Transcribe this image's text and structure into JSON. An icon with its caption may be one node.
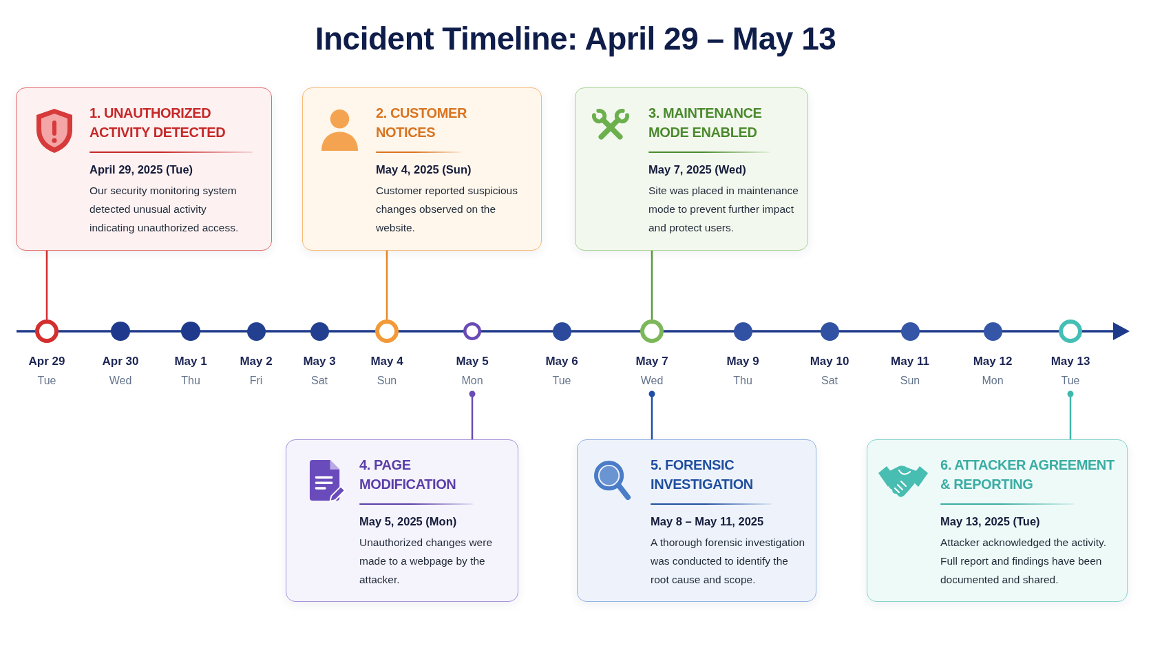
{
  "diagram": {
    "title": "Incident Timeline: April 29 – May 13",
    "nodes": [
      {
        "text": [
          "1. UNAUTHORIZED ACTIVITY DETECTED",
          "April 29, 2025 (Tue)",
          "Our security monitoring system detected unusual activity indicating unauthorized access."
        ]
      },
      {
        "text": [
          "2. CUSTOMER NOTICES",
          "May 4, 2025 (Sun)",
          "Customer reported suspicious changes observed on the website."
        ]
      },
      {
        "text": [
          "3. MAINTENANCE MODE ENABLED",
          "May 7, 2025 (Wed)",
          "Site was placed in maintenance mode to prevent further impact and protect users."
        ]
      },
      {
        "text": [
          "Apr 29",
          "Tue"
        ]
      },
      {
        "text": [
          "Apr 30",
          "Wed"
        ]
      },
      {
        "text": [
          "May 1",
          "Thu"
        ]
      },
      {
        "text": [
          "May 2",
          "Fri"
        ]
      },
      {
        "text": [
          "May 3",
          "Sat"
        ]
      },
      {
        "text": [
          "May 4",
          "Sun"
        ]
      },
      {
        "text": [
          "May 5",
          "Mon"
        ]
      },
      {
        "text": [
          "May 6",
          "Tue"
        ]
      },
      {
        "text": [
          "May 7",
          "Wed"
        ]
      },
      {
        "text": [
          "May 9",
          "Thu"
        ]
      },
      {
        "text": [
          "May 10",
          "Sat"
        ]
      },
      {
        "text": [
          "May 11",
          "Sun"
        ]
      },
      {
        "text": [
          "May 12",
          "Mon"
        ]
      },
      {
        "text": [
          "May 13",
          "Tue"
        ]
      },
      {
        "text": [
          "4. PAGE MODIFICATION",
          "May 5, 2025 (Mon)",
          "Unauthorized changes were made to a webpage by the attacker."
        ]
      },
      {
        "text": [
          "5. FORENSIC INVESTIGATION",
          "May 8 – May 11, 2025",
          "A thorough forensic investigation was conducted to identify the root cause and scope."
        ]
      },
      {
        "text": [
          "6. ATTACKER AGREEMENT & REPORTING",
          "May 13, 2025 (Tue)",
          "Attacker acknowledged the activity. Full report and findings have been documented and shared."
        ]
      }
    ],
    "edges": [
      {
        "from": 0,
        "to": 3,
        "arrow": "none",
        "color": "#d32f2f"
      },
      {
        "from": 1,
        "to": 8,
        "arrow": "none",
        "color": "#e8862a"
      },
      {
        "from": 2,
        "to": 11,
        "arrow": "none",
        "color": "#5c9a3c"
      },
      {
        "from": 17,
        "to": 9,
        "arrow": "other",
        "color": "#6a4bb5"
      },
      {
        "from": 18,
        "to": 11,
        "arrow": "other",
        "color": "#1f4ea8"
      },
      {
        "from": 19,
        "to": 16,
        "arrow": "other",
        "color": "#3fb7ac"
      }
    ]
  }
}
